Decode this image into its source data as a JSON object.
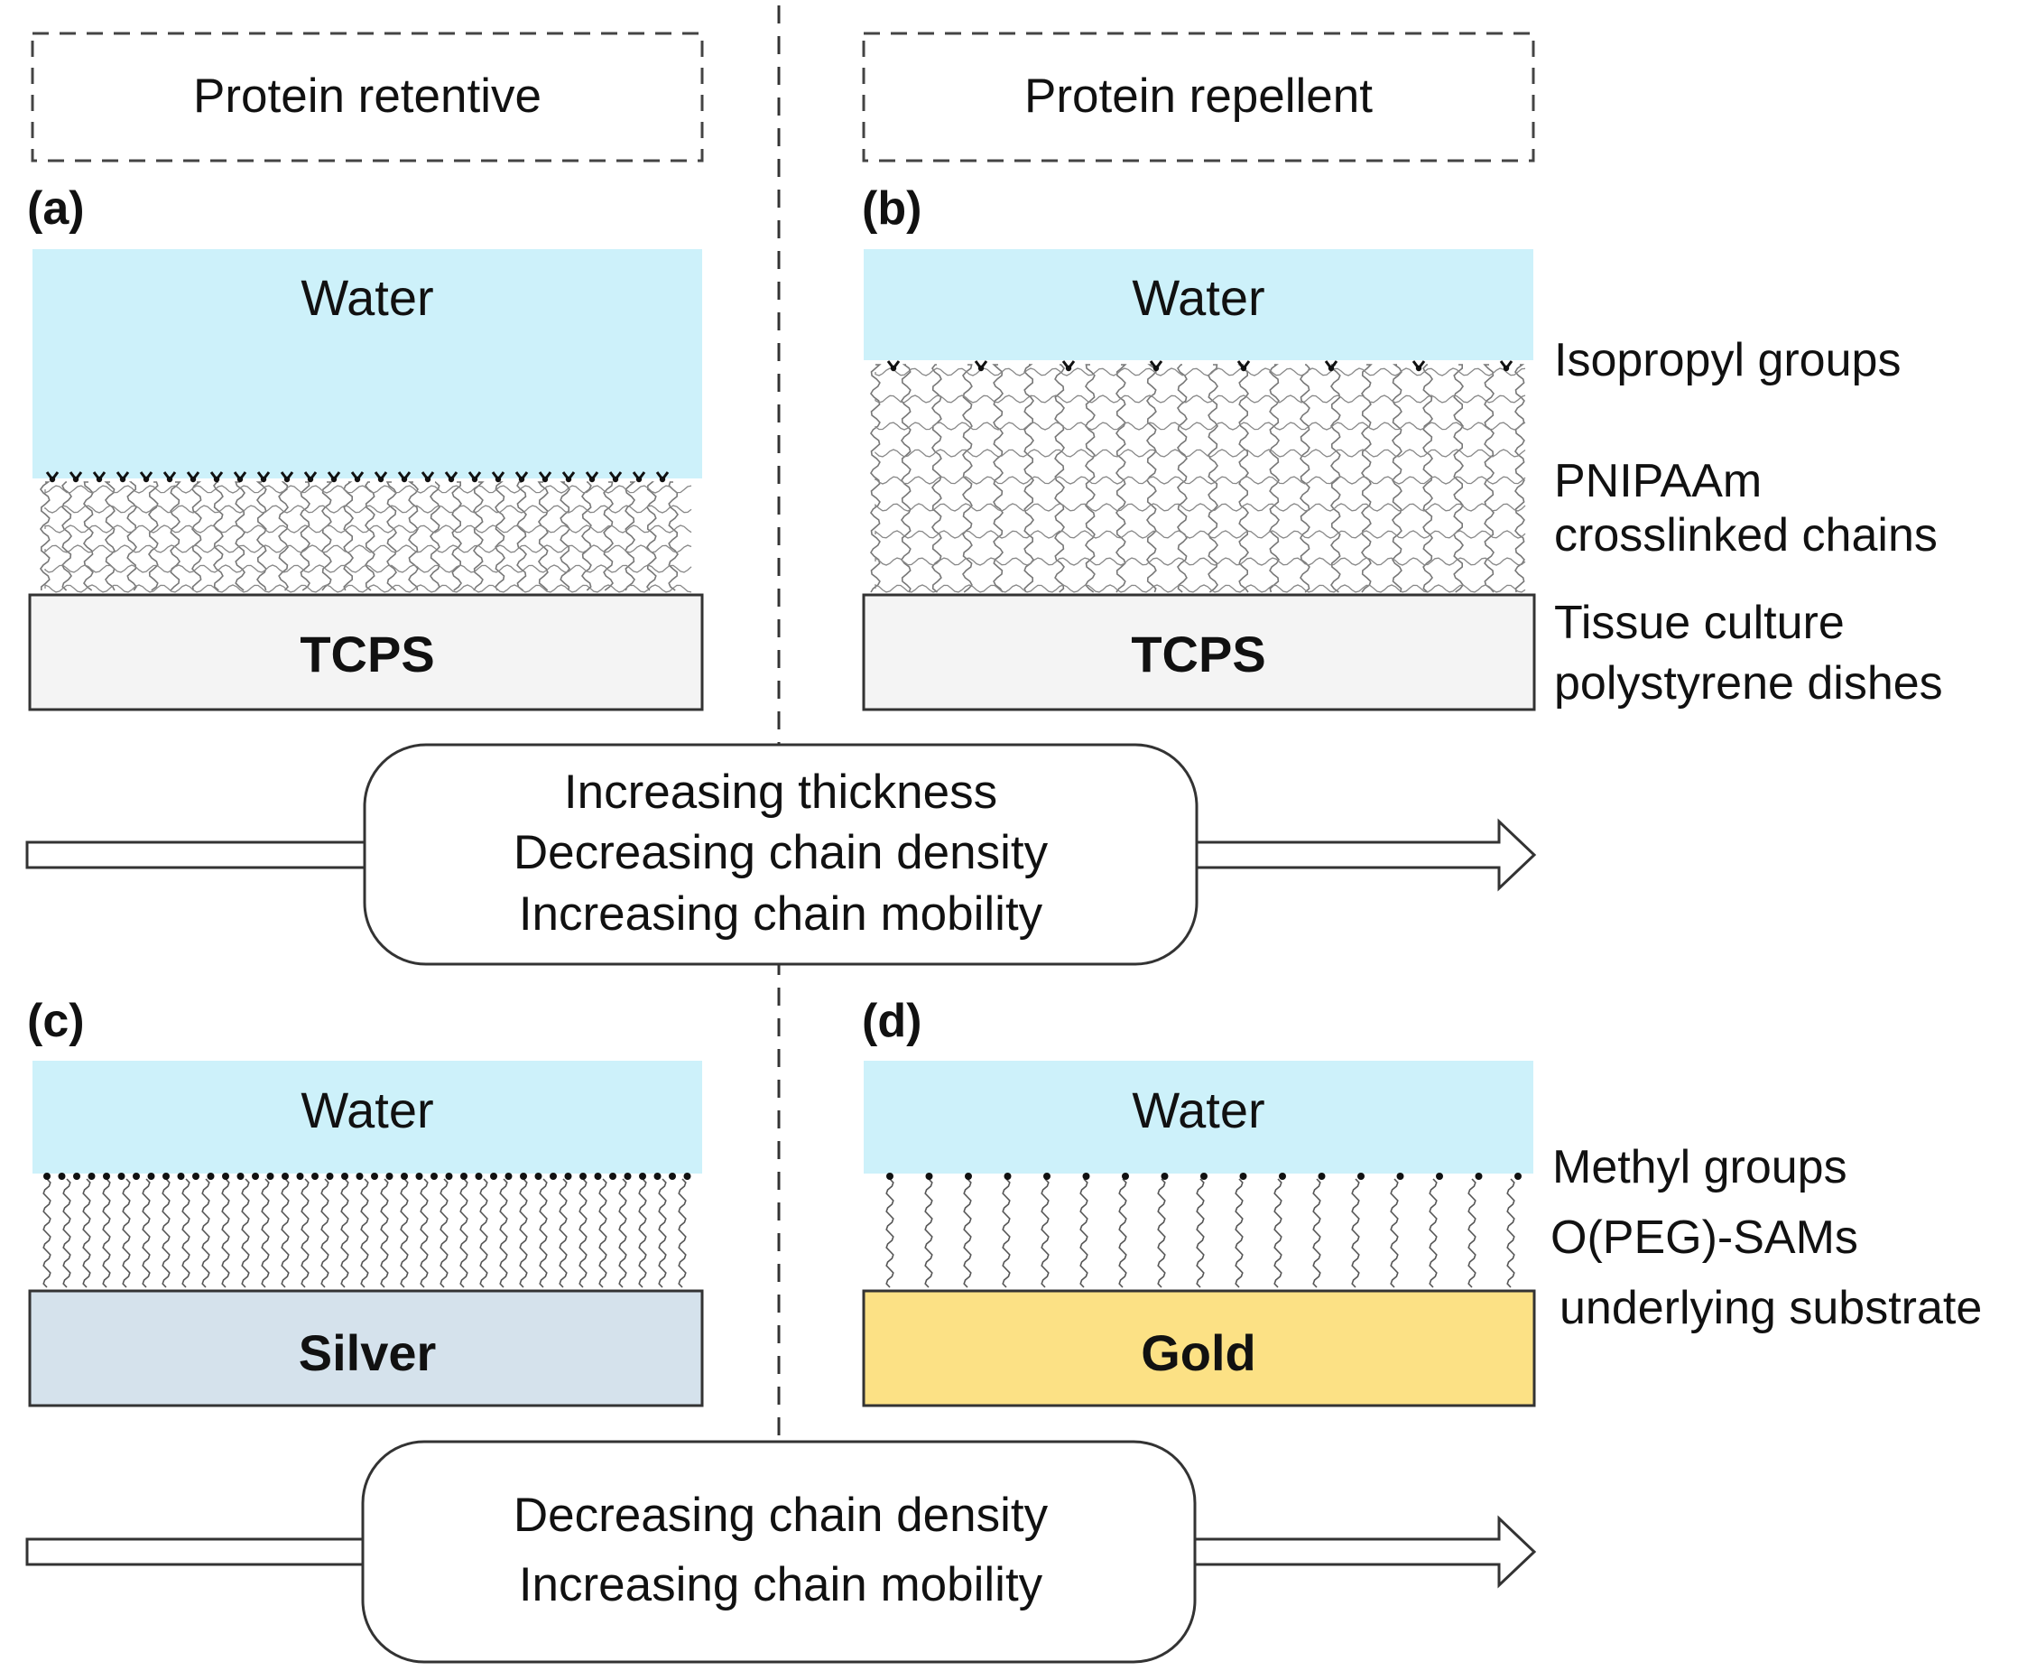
{
  "headers": {
    "left": "Protein retentive",
    "right": "Protein repellent"
  },
  "panels": [
    {
      "label": "(a)",
      "water": "Water",
      "substrate": "TCPS"
    },
    {
      "label": "(b)",
      "water": "Water",
      "substrate": "TCPS"
    },
    {
      "label": "(c)",
      "water": "Water",
      "substrate": "Silver"
    },
    {
      "label": "(d)",
      "water": "Water",
      "substrate": "Gold"
    }
  ],
  "side_labels": {
    "isopropyl": "Isopropyl groups",
    "pnipaam_1": "PNIPAAm",
    "pnipaam_2": "crosslinked chains",
    "tcps_1": "Tissue culture",
    "tcps_2": "polystyrene dishes",
    "methyl": "Methyl groups",
    "sams": "O(PEG)-SAMs",
    "substrate": "underlying substrate"
  },
  "arrows": {
    "top": [
      "Increasing thickness",
      "Decreasing chain density",
      "Increasing chain mobility"
    ],
    "bottom": [
      "Decreasing chain density",
      "Increasing chain mobility"
    ]
  },
  "colors": {
    "water": "#cdf1fa",
    "tcps": "#f4f4f4",
    "silver": "#d5e2ec",
    "gold": "#fce185",
    "line": "#333333"
  }
}
